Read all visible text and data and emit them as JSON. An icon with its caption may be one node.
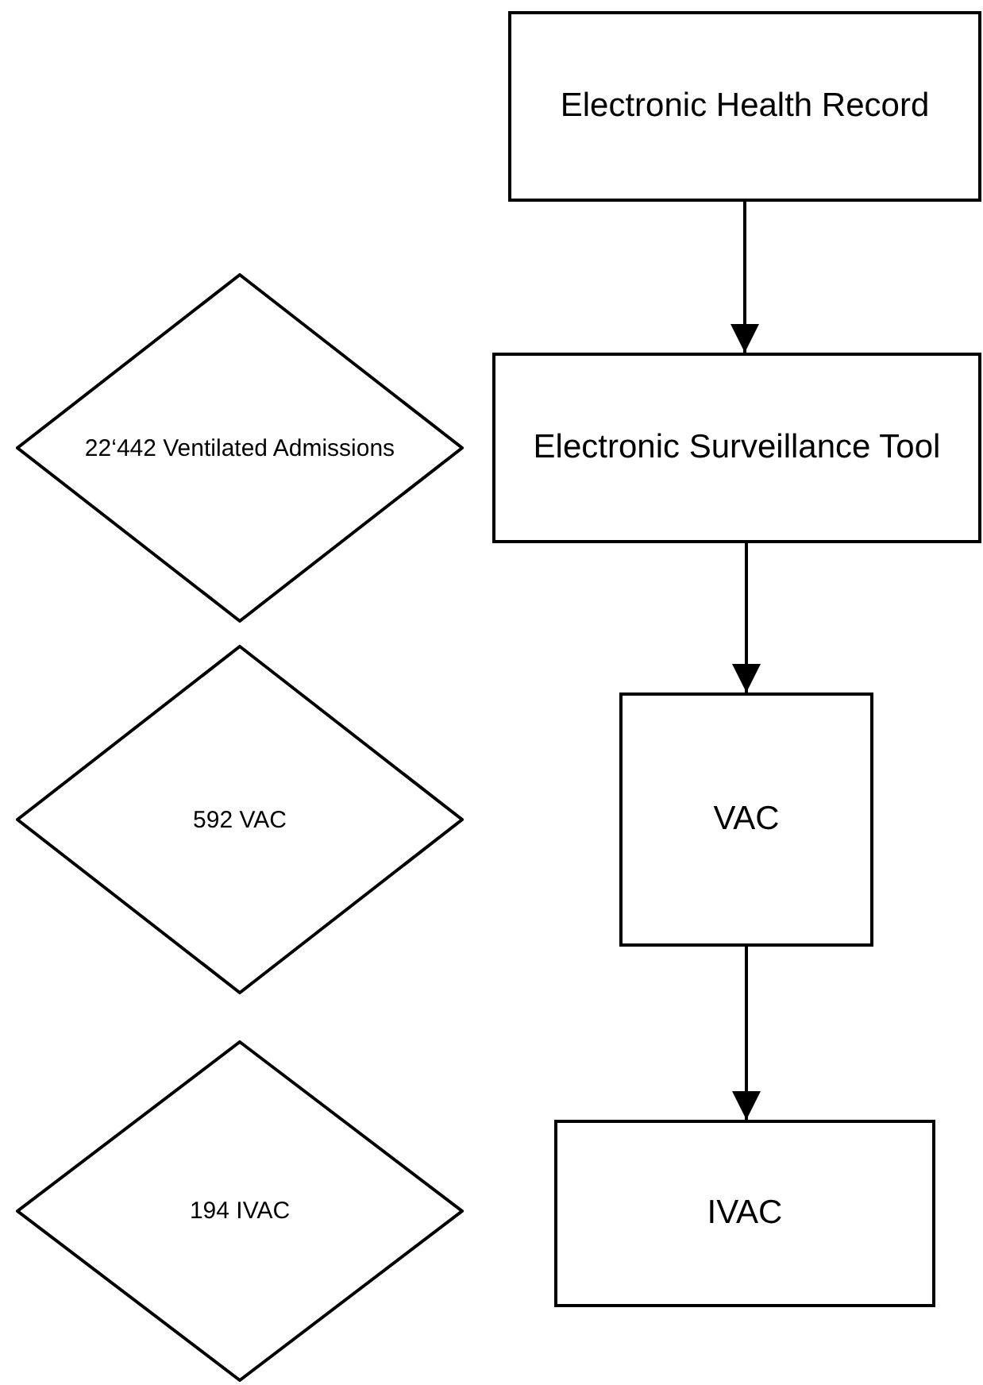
{
  "diagram": {
    "nodes": [
      {
        "text": [
          "Electronic Health Record"
        ]
      },
      {
        "text": [
          "22‘442 Ventilated Admissions"
        ]
      },
      {
        "text": [
          "Electronic Surveillance Tool"
        ]
      },
      {
        "text": [
          "592 VAC"
        ]
      },
      {
        "text": [
          "VAC"
        ]
      },
      {
        "text": [
          "194 IVAC"
        ]
      },
      {
        "text": [
          "IVAC"
        ]
      }
    ],
    "edges": [
      {
        "from": 0,
        "to": 2,
        "arrow": "to"
      },
      {
        "from": 2,
        "to": 4,
        "arrow": "to"
      },
      {
        "from": 4,
        "to": 6,
        "arrow": "to"
      }
    ]
  }
}
